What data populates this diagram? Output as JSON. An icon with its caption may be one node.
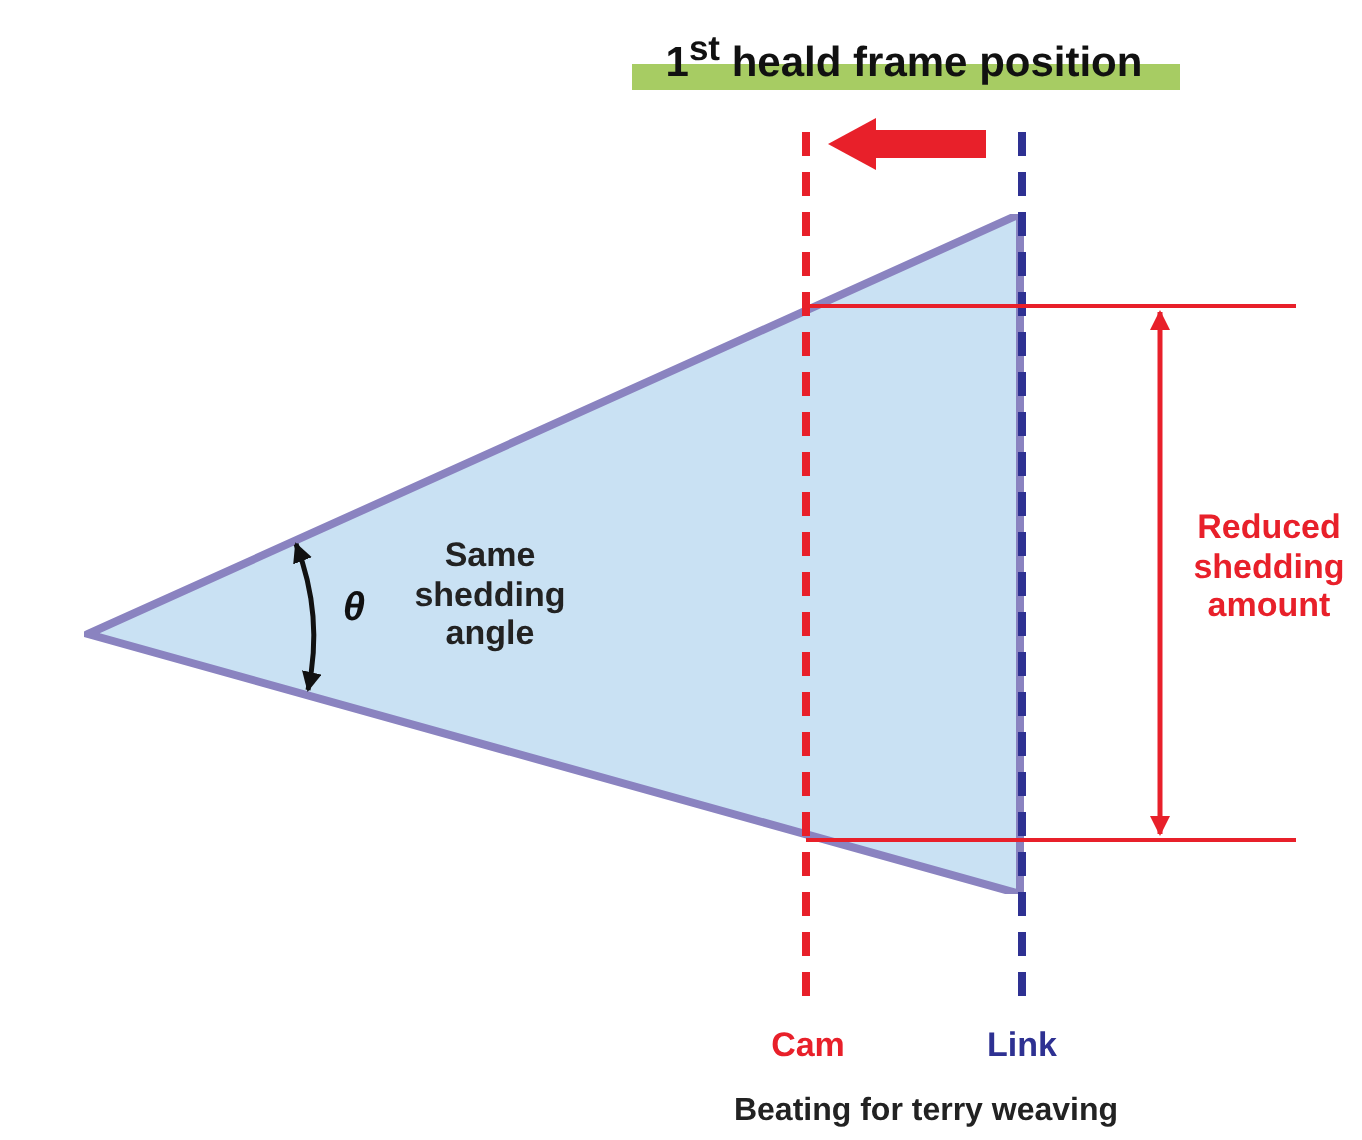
{
  "diagram": {
    "title": "1$^{st}$ heald frame position",
    "caption": "Beating for terry weaving",
    "nodes": [
      {
        "text": [
          "Same shedding angle"
        ]
      }
    ],
    "labels": [
      "θ",
      "Reduced shedding amount",
      "Cam",
      "Link"
    ]
  }
}
